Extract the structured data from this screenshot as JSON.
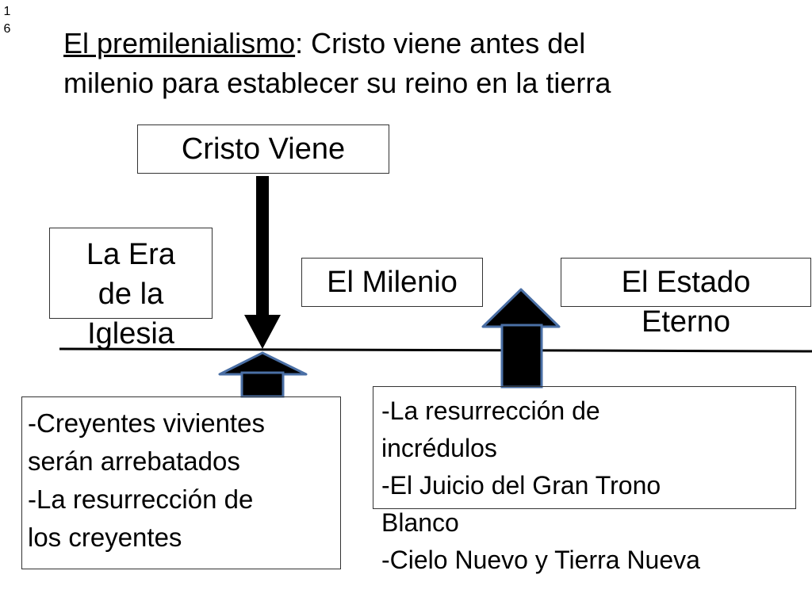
{
  "slide": {
    "number_top": "1",
    "number_bottom": "6"
  },
  "title": {
    "underlined": "El premilenialismo",
    "rest_line1": ": Cristo viene antes del",
    "line2": "milenio para establecer su reino en la tierra"
  },
  "diagram": {
    "cristo_viene": "Cristo Viene",
    "era_iglesia": [
      "La Era",
      "de la",
      "Iglesia"
    ],
    "milenio": "El Milenio",
    "estado_eterno": [
      "El Estado",
      "Eterno"
    ],
    "left_events": [
      "-Creyentes vivientes",
      "serán arrebatados",
      "-La resurrección de",
      "los creyentes"
    ],
    "right_events": [
      "-La resurrección de",
      "incrédulos",
      "-El Juicio del Gran Trono",
      "Blanco",
      "-Cielo Nuevo y Tierra Nueva"
    ]
  },
  "colors": {
    "arrow_fill": "#000000",
    "up_arrow_outline": "#4a6fa5",
    "timeline": "#000000"
  }
}
